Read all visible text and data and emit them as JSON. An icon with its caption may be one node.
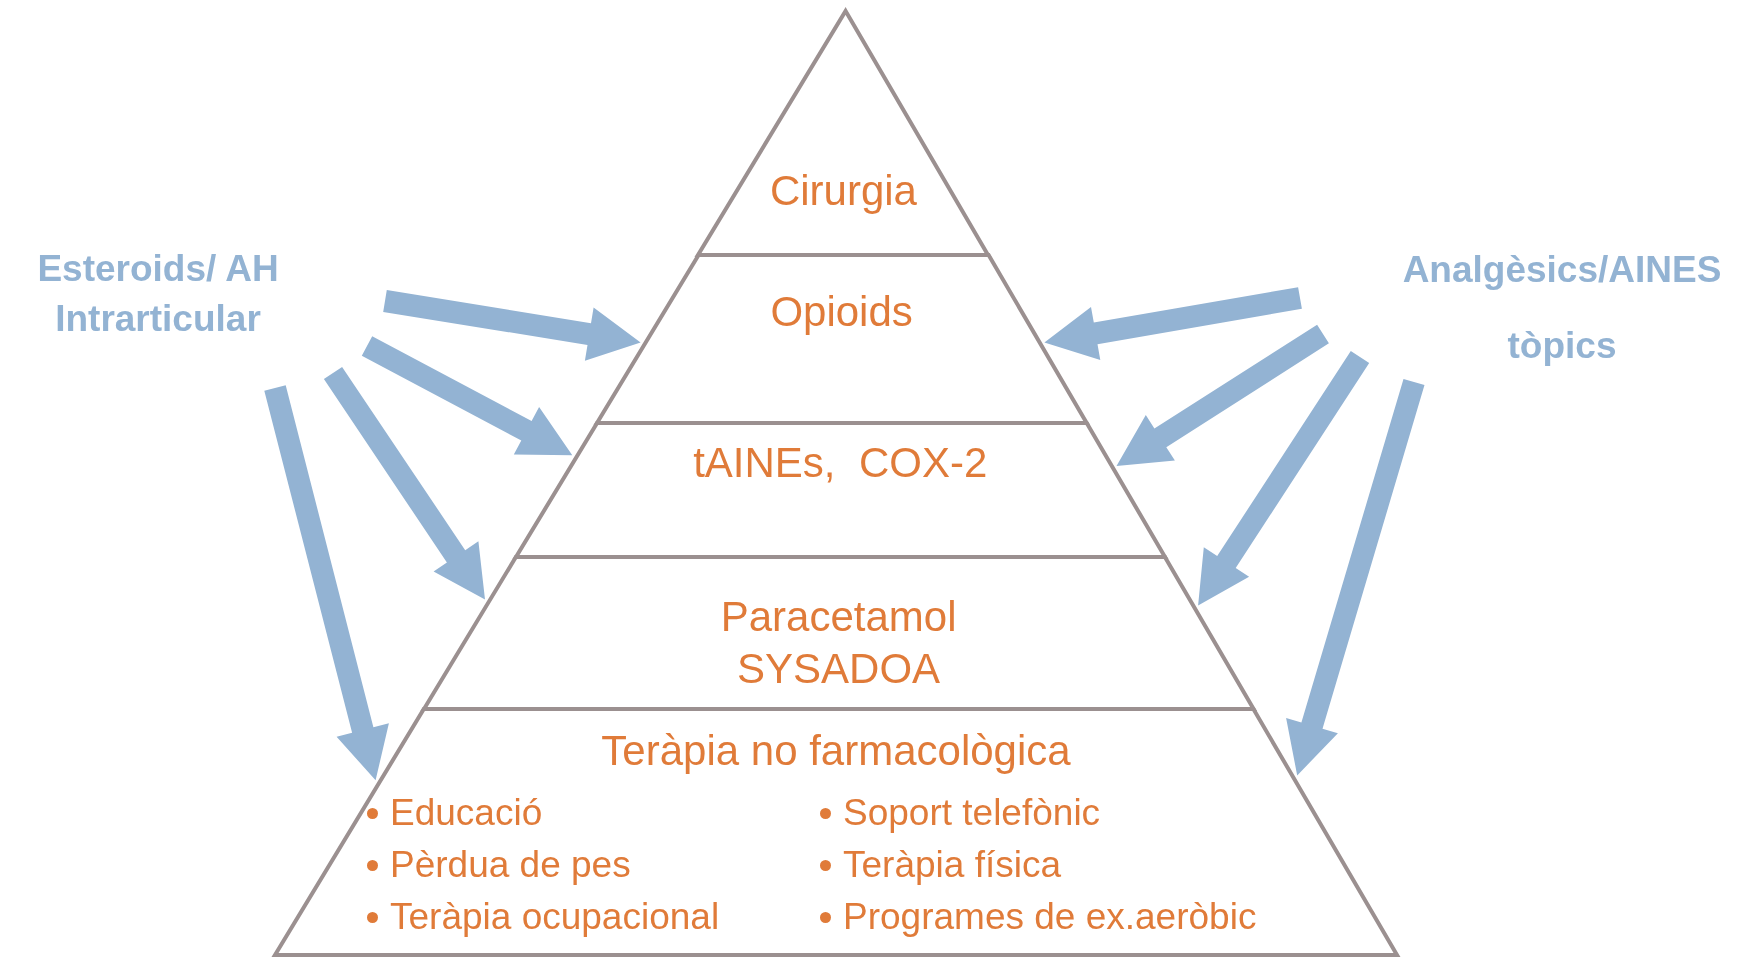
{
  "diagram": {
    "nodes": [
      {
        "text": [
          "Cirurgia"
        ]
      },
      {
        "text": [
          "Opioids"
        ]
      },
      {
        "text": [
          "tAINEs,  COX-2"
        ]
      },
      {
        "text": [
          "Paracetamol SYSADOA"
        ]
      },
      {
        "text": [
          "Teràpia no farmacològica",
          "Educació",
          "Soport telefònic",
          "Pèrdua de pes",
          "Teràpia física",
          "Teràpia ocupacional",
          "Programes de ex.aeròbic"
        ]
      },
      {
        "text": [
          "Esteroids/ AH Intrarticular"
        ]
      },
      {
        "text": [
          "Analgèsics/AINES tòpics"
        ]
      }
    ],
    "edges": [
      {
        "from": 5,
        "to": 1,
        "arrow": "to"
      },
      {
        "from": 5,
        "to": 2,
        "arrow": "to"
      },
      {
        "from": 5,
        "to": 3,
        "arrow": "to"
      },
      {
        "from": 5,
        "to": 4,
        "arrow": "to"
      },
      {
        "from": 6,
        "to": 1,
        "arrow": "to"
      },
      {
        "from": 6,
        "to": 2,
        "arrow": "to"
      },
      {
        "from": 6,
        "to": 3,
        "arrow": "to"
      },
      {
        "from": 6,
        "to": 4,
        "arrow": "to"
      }
    ]
  }
}
